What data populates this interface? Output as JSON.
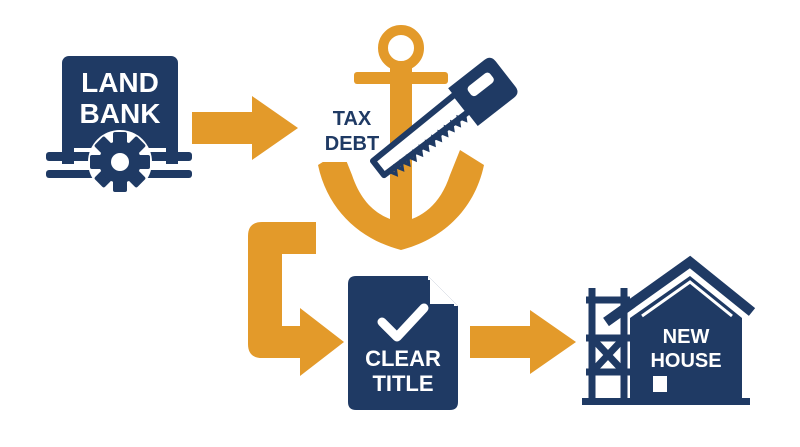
{
  "colors": {
    "navy": "#1f3a64",
    "gold": "#e39a2a",
    "white": "#ffffff",
    "background": "#ffffff"
  },
  "nodes": {
    "land_bank": {
      "line1": "LAND",
      "line2": "BANK",
      "icon": "gear-icon"
    },
    "tax_debt": {
      "line1": "TAX",
      "line2": "DEBT",
      "icons": [
        "anchor-icon",
        "saw-icon"
      ]
    },
    "clear_title": {
      "line1": "CLEAR",
      "line2": "TITLE",
      "icon": "checkmark-document-icon"
    },
    "new_house": {
      "line1": "NEW",
      "line2": "HOUSE",
      "icons": [
        "house-icon",
        "scaffolding-icon"
      ]
    }
  },
  "arrows": [
    "arrow-right-icon",
    "elbow-arrow-icon",
    "arrow-right-icon"
  ]
}
